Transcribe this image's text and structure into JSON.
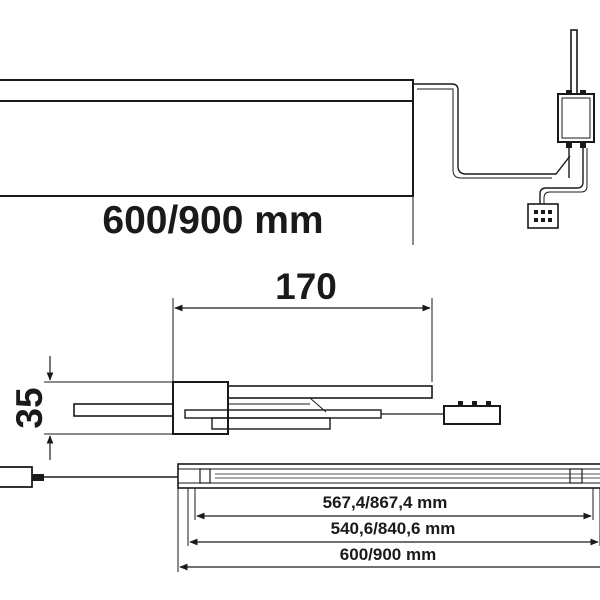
{
  "figure": {
    "top_view": {
      "length_label": "600/900 mm"
    },
    "side_view": {
      "depth_label": "170",
      "height_label": "35"
    },
    "bottom_view": {
      "dimension_labels": [
        "567,4/867,4 mm",
        "540,6/840,6 mm",
        "600/900 mm"
      ]
    }
  }
}
